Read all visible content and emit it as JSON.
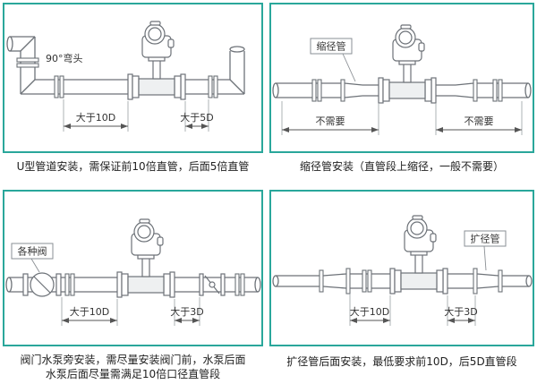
{
  "colors": {
    "border": "#2aa79b",
    "line": "#6d7278",
    "dim": "#555555"
  },
  "panels": {
    "u_pipe": {
      "elbow_label": "90°弯头",
      "dim_left": "大于10D",
      "dim_right": "大于5D",
      "caption": "U型管道安装，需保证前10倍直管，后面5倍直管"
    },
    "reducer": {
      "part_label": "缩径管",
      "dim_left": "不需要",
      "dim_right": "不需要",
      "caption": "缩径管安装（直管段上缩径，一般不需要）"
    },
    "valve": {
      "part_label": "各种阀",
      "dim_left": "大于10D",
      "dim_right": "大于3D",
      "caption_line1": "阀门水泵旁安装，需尽量安装阀门前，水泵后面",
      "caption_line2": "水泵后面尽量需满足10倍口径直管段"
    },
    "expander": {
      "part_label": "扩径管",
      "dim_left": "大于10D",
      "dim_right": "大于3D",
      "caption": "扩径管后面安装，最低要求前10D，后5D直管段"
    }
  }
}
